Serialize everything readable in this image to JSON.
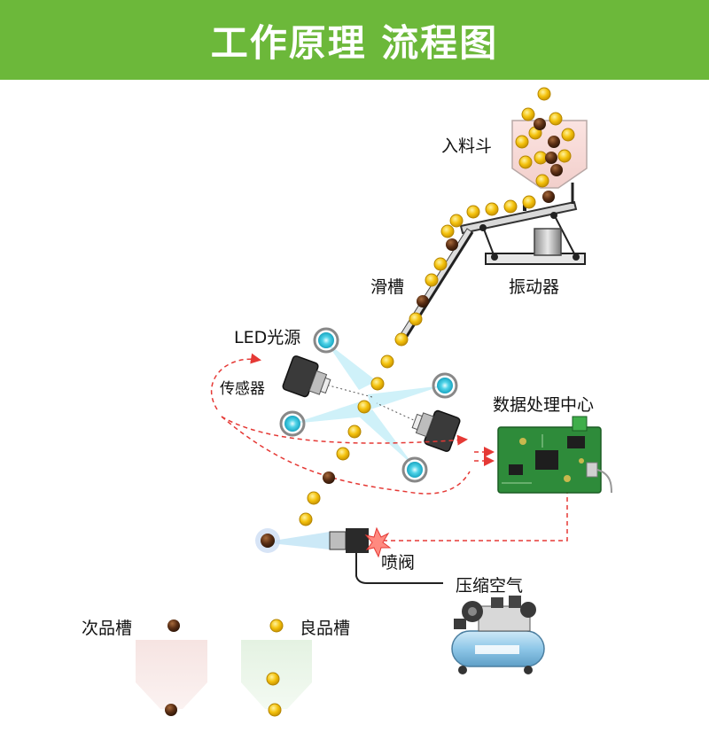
{
  "header": {
    "title": "工作原理 流程图"
  },
  "labels": {
    "hopper": "入料斗",
    "chute": "滑槽",
    "vibrator": "振动器",
    "led": "LED光源",
    "sensor": "传感器",
    "processor": "数据处理中心",
    "valve": "喷阀",
    "air": "压缩空气",
    "reject_bin": "次品槽",
    "good_bin": "良品槽"
  },
  "colors": {
    "header_bg": "#6cb83a",
    "good_item": "#f4c20d",
    "bad_item": "#5a2e14",
    "signal_line": "#e53935",
    "led_light": "#4fd3e8",
    "circuit_board": "#2e8b3a",
    "reject_bin_fill": "#f6e4e2",
    "good_bin_fill": "#e4f2e2"
  },
  "icons": {
    "good_item": "yellow-bean-icon",
    "bad_item": "brown-bean-icon",
    "led": "led-light-icon",
    "sensor": "camera-sensor-icon",
    "processor": "circuit-board-icon",
    "valve": "air-valve-icon",
    "compressor": "air-compressor-icon"
  }
}
